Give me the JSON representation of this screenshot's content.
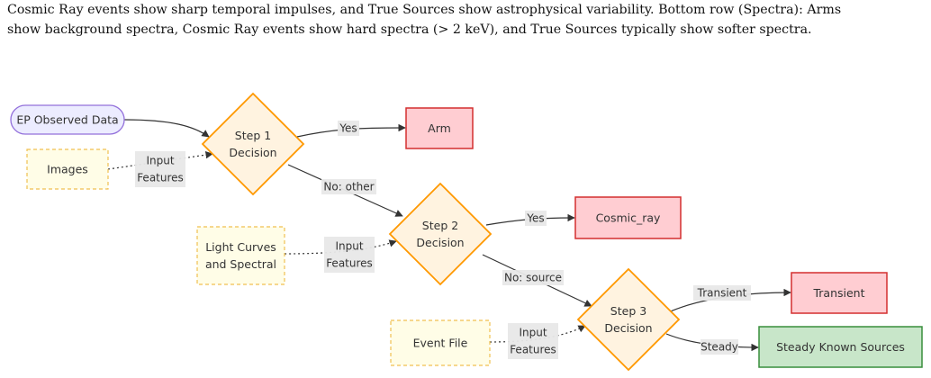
{
  "caption": {
    "line1": "Cosmic Ray events show sharp temporal impulses, and True Sources show astrophysical variability. Bottom row (Spectra): Arms",
    "line2": "show background spectra, Cosmic Ray events show hard spectra (> 2 keV), and True Sources typically show softer spectra."
  },
  "nodes": {
    "ep_data": "EP Observed Data",
    "images": "Images",
    "step1": [
      "Step 1",
      "Decision"
    ],
    "arm": "Arm",
    "light_curves": [
      "Light Curves",
      "and Spectral"
    ],
    "step2": [
      "Step 2",
      "Decision"
    ],
    "cosmic_ray": "Cosmic_ray",
    "event_file": "Event File",
    "step3": [
      "Step 3",
      "Decision"
    ],
    "transient": "Transient",
    "steady_known": "Steady Known Sources"
  },
  "edge_labels": {
    "yes_1": "Yes",
    "input_features_1": [
      "Input",
      "Features"
    ],
    "no_other": "No: other",
    "yes_2": "Yes",
    "input_features_2": [
      "Input",
      "Features"
    ],
    "no_source": "No: source",
    "transient": "Transient",
    "input_features_3": [
      "Input",
      "Features"
    ],
    "steady": "Steady"
  },
  "colors": {
    "start_fill": "#ececff",
    "start_stroke": "#9370db",
    "input_fill": "#fffde7",
    "input_stroke": "#f0c050",
    "decision_fill": "#fff3e0",
    "decision_stroke": "#ff9800",
    "output_red_fill": "#ffcdd2",
    "output_red_stroke": "#d32f2f",
    "output_green_fill": "#c8e6c9",
    "output_green_stroke": "#388e3c",
    "label_bg": "#e8e8e8",
    "edge": "#333333"
  }
}
